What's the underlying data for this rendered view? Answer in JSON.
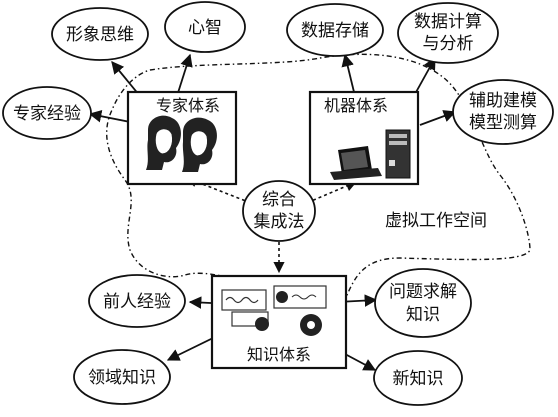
{
  "diagram": {
    "ellipse_nodes": {
      "xingxiang_siwei": "形象思维",
      "xinzhi": "心智",
      "shuju_cunchu": "数据存储",
      "shuju_jisuan_line1": "数据计算",
      "shuju_jisuan_line2": "与分析",
      "zhuanjia_jingyan": "专家经验",
      "fuzhu_jianmo_line1": "辅助建模",
      "fuzhu_jianmo_line2": "模型测算",
      "zonghe_line1": "综合",
      "zonghe_line2": "集成法",
      "qianren_jingyan": "前人经验",
      "wenti_qiujie_line1": "问题求解",
      "wenti_qiujie_line2": "知识",
      "lingyu_zhishi": "领域知识",
      "xin_zhishi": "新知识"
    },
    "boxes": {
      "expert_system": "专家体系",
      "machine_system": "机器体系",
      "knowledge_system": "知识体系"
    },
    "region_label": "虚拟工作空间",
    "icons": {
      "expert": "two-heads-icon",
      "machine": "computer-icon",
      "knowledge": "documents-gear-icon"
    }
  }
}
